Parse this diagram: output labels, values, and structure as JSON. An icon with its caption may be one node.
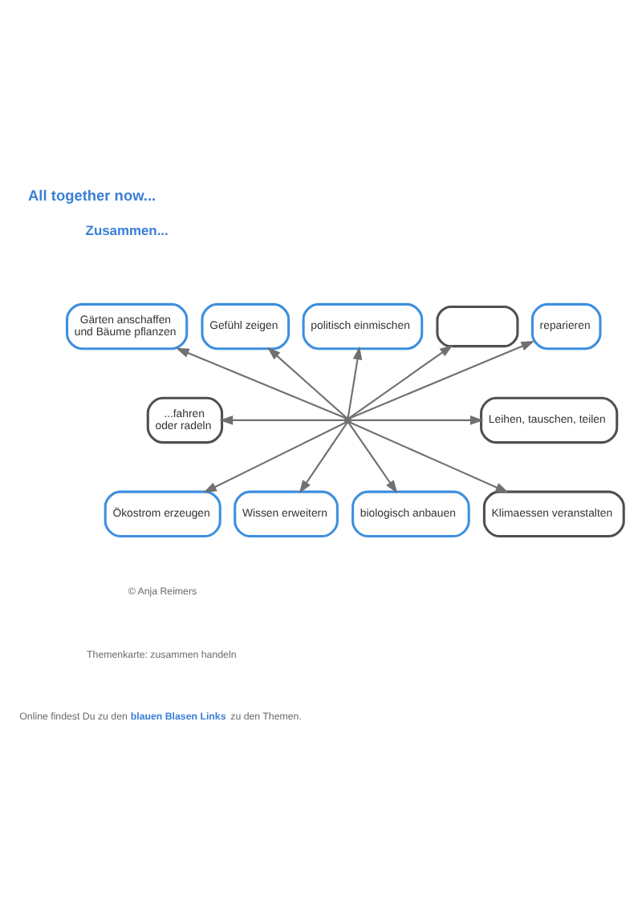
{
  "diagram": {
    "title": "All together now...",
    "nodes": [
      {
        "text": [
          "politisch einmischen"
        ]
      },
      {
        "text": [
          "Gefühl zeigen"
        ]
      },
      {
        "text": [],
        "shape": "box"
      },
      {
        "text": [
          "Gärten anschaffen und Bäume pflanzen"
        ]
      },
      {
        "text": [
          "reparieren"
        ]
      },
      {
        "text": [
          "...fahren oder radeln"
        ]
      },
      {
        "text": [],
        "shape": "point"
      },
      {
        "text": [
          "Leihen, tauschen, teilen"
        ]
      },
      {
        "text": [
          "Ökostrom erzeugen"
        ]
      },
      {
        "text": [
          "Wissen erweitern"
        ]
      },
      {
        "text": [
          "biologisch anbauen"
        ]
      },
      {
        "text": [
          "Klimaessen veranstalten"
        ]
      }
    ],
    "edges": [
      {
        "from": 6,
        "to": 0,
        "arrow": "to"
      },
      {
        "from": 6,
        "to": 1,
        "arrow": "to"
      },
      {
        "from": 6,
        "to": 2,
        "arrow": "to"
      },
      {
        "from": 6,
        "to": 3,
        "arrow": "to"
      },
      {
        "from": 6,
        "to": 4,
        "arrow": "to"
      },
      {
        "from": 6,
        "to": 5,
        "arrow": "to"
      },
      {
        "from": 6,
        "to": 7,
        "arrow": "to"
      },
      {
        "from": 6,
        "to": 8,
        "arrow": "to"
      },
      {
        "from": 6,
        "to": 9,
        "arrow": "to"
      },
      {
        "from": 6,
        "to": 10,
        "arrow": "to"
      },
      {
        "from": 6,
        "to": 11,
        "arrow": "to"
      }
    ],
    "labels": [
      "Zusammen...",
      "© Anja Reimers",
      "Themenkarte: zusammen handeln",
      "Online findest Du zu den **blauen Blasen Links** zu den Themen."
    ]
  }
}
